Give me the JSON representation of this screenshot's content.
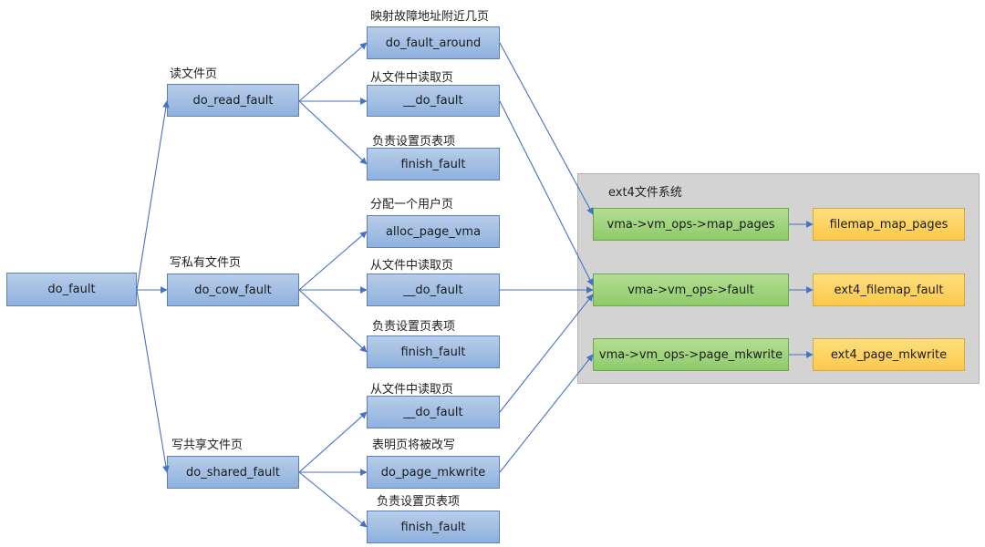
{
  "panel": {
    "title": "ext4文件系统"
  },
  "nodes": {
    "do_fault": "do_fault",
    "do_read_fault": "do_read_fault",
    "do_cow_fault": "do_cow_fault",
    "do_shared_fault": "do_shared_fault",
    "read_fault_around": "do_fault_around",
    "read_do_fault": "__do_fault",
    "read_finish_fault": "finish_fault",
    "cow_alloc_page_vma": "alloc_page_vma",
    "cow_do_fault": "__do_fault",
    "cow_finish_fault": "finish_fault",
    "shared_do_fault": "__do_fault",
    "shared_do_page_mkwrite": "do_page_mkwrite",
    "shared_finish_fault": "finish_fault",
    "vm_ops_map_pages": "vma->vm_ops->map_pages",
    "vm_ops_fault": "vma->vm_ops->fault",
    "vm_ops_page_mkwrite": "vma->vm_ops->page_mkwrite",
    "filemap_map_pages": "filemap_map_pages",
    "ext4_filemap_fault": "ext4_filemap_fault",
    "ext4_page_mkwrite": "ext4_page_mkwrite"
  },
  "labels": {
    "read_file_page": "读文件页",
    "write_private_file_page": "写私有文件页",
    "write_shared_file_page": "写共享文件页",
    "map_nearby_pages": "映射故障地址附近几页",
    "read_from_file_1": "从文件中读取页",
    "set_page_table_1": "负责设置页表项",
    "alloc_user_page": "分配一个用户页",
    "read_from_file_2": "从文件中读取页",
    "set_page_table_2": "负责设置页表项",
    "read_from_file_3": "从文件中读取页",
    "page_will_be_written": "表明页将被改写",
    "set_page_table_3": "负责设置页表项"
  },
  "colors": {
    "edge": "#4472c4",
    "box_blue": "#9dbbe3",
    "box_green": "#9fd37e",
    "box_yellow": "#ffd25f",
    "panel_bg": "#d3d3d3"
  }
}
